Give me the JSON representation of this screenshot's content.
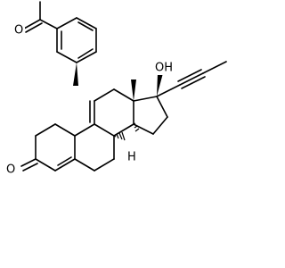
{
  "molecule": {
    "atom_labels": {
      "hydroxyl": "OH",
      "ketone_left": "O",
      "ketone_acetyl": "O",
      "stereo_h": "H"
    },
    "colors": {
      "bond": "#000000",
      "label": "#000000",
      "background": "#ffffff"
    }
  }
}
